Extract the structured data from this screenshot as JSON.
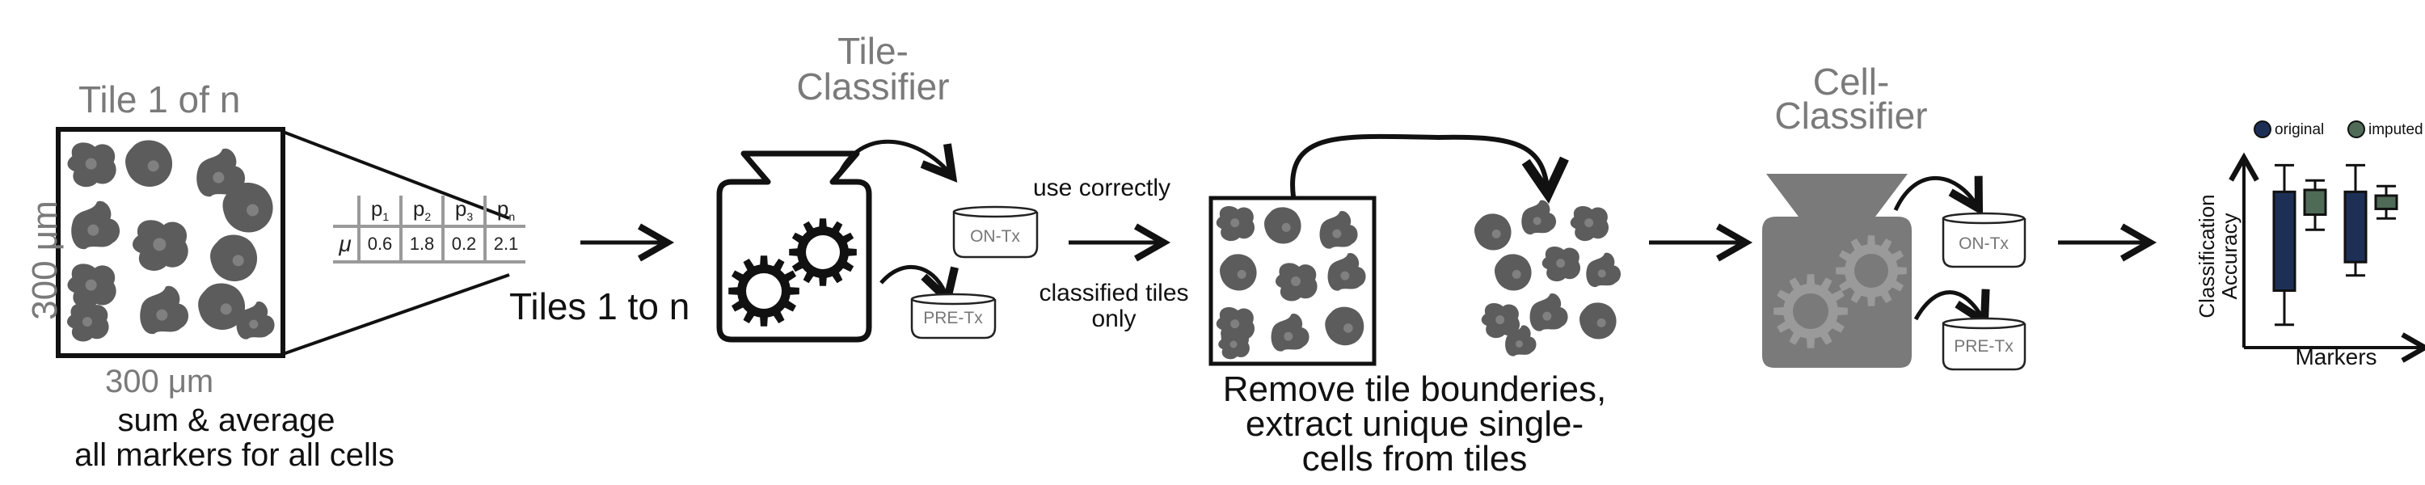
{
  "tile": {
    "title": "Tile 1 of n",
    "side_label": "300 μm",
    "bottom_label": "300 μm",
    "caption_line1": "sum & average",
    "caption_line2": "all markers for all cells"
  },
  "table": {
    "headers": [
      "p1",
      "p2",
      "p3",
      "pn"
    ],
    "row_label": "μ",
    "values": [
      "0.6",
      "1.8",
      "0.2",
      "2.1"
    ]
  },
  "tiles_label": "Tiles 1 to n",
  "tile_classifier": {
    "title_line1": "Tile-",
    "title_line2": "Classifier",
    "out_top": "ON-Tx",
    "out_bottom": "PRE-Tx"
  },
  "step2": {
    "use_label": "use correctly",
    "classified_line1": "classified tiles",
    "classified_line2": "only"
  },
  "step3": {
    "caption_line1": "Remove tile bounderies,",
    "caption_line2": "extract unique single-",
    "caption_line3": "cells from tiles"
  },
  "cell_classifier": {
    "title_line1": "Cell-",
    "title_line2": "Classifier",
    "out_top": "ON-Tx",
    "out_bottom": "PRE-Tx"
  },
  "chart_data": {
    "type": "box",
    "xlabel": "Markers",
    "ylabel_line1": "Classification",
    "ylabel_line2": "Accuracy",
    "legend": [
      {
        "name": "original",
        "color": "#1d2f55"
      },
      {
        "name": "imputed",
        "color": "#4f6b57"
      }
    ],
    "groups": [
      {
        "series": "original",
        "whisker_low": 0.12,
        "q1": 0.3,
        "q3": 0.82,
        "whisker_high": 0.96
      },
      {
        "series": "imputed",
        "whisker_low": 0.62,
        "q1": 0.7,
        "q3": 0.83,
        "whisker_high": 0.88
      },
      {
        "series": "original",
        "whisker_low": 0.38,
        "q1": 0.45,
        "q3": 0.82,
        "whisker_high": 0.96
      },
      {
        "series": "imputed",
        "whisker_low": 0.68,
        "q1": 0.73,
        "q3": 0.8,
        "whisker_high": 0.85
      }
    ],
    "ylim": [
      0,
      1
    ],
    "grid": false,
    "legend_position": "top"
  },
  "colors": {
    "cell_fill": "#5c5c5c",
    "nucleus": "#808080",
    "cell_classifier_body": "#7a7a7a",
    "gear_light": "#9a9a9a",
    "arrow": "#111111",
    "label_grey": "#7a7a7a"
  }
}
